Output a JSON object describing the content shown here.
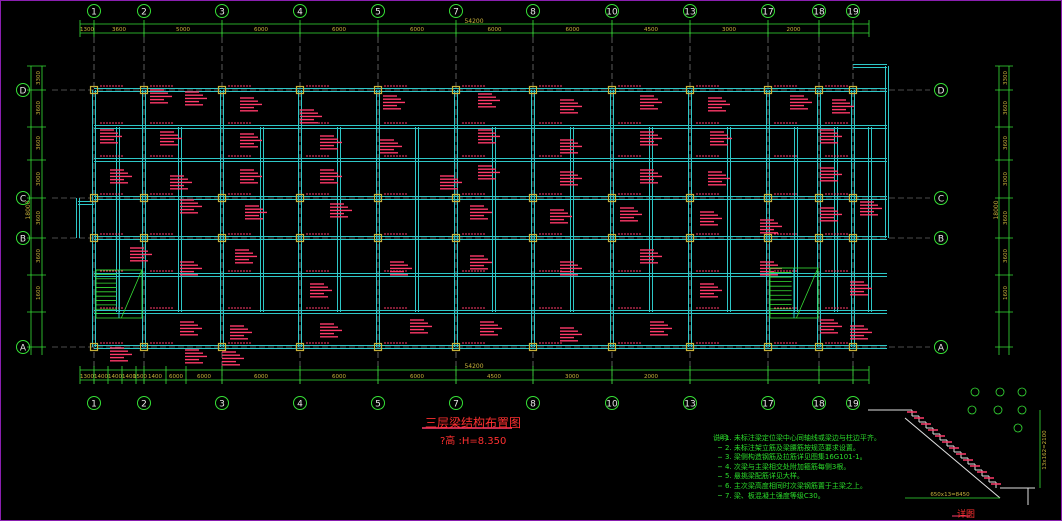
{
  "drawing": {
    "title": "三层梁结构布置图",
    "subtitle": "?高 :H=8.350",
    "colors": {
      "background": "#000000",
      "beam": "#2ec7c7",
      "axis": "#9a9a9a",
      "column": "#c9b23a",
      "dimension": "#36e036",
      "annotation": "#ff3a6a",
      "bubble": "#36e036",
      "frame": "#8a1fb0"
    }
  },
  "axes": {
    "vertical": [
      {
        "label": "1"
      },
      {
        "label": "2"
      },
      {
        "label": "3"
      },
      {
        "label": "4"
      },
      {
        "label": "5"
      },
      {
        "label": "7"
      },
      {
        "label": "8"
      },
      {
        "label": "10"
      },
      {
        "label": "13"
      },
      {
        "label": "17"
      },
      {
        "label": "18"
      },
      {
        "label": "19"
      }
    ],
    "horizontal": [
      {
        "label": "D"
      },
      {
        "label": "C"
      },
      {
        "label": "B"
      },
      {
        "label": "A"
      }
    ]
  },
  "dimensions": {
    "top_overall": "54200",
    "bottom_overall": "54200",
    "top_segments": [
      "1300",
      "3600",
      "5000",
      "6000",
      "6000",
      "6000",
      "6000",
      "6000",
      "4500",
      "3000",
      "2000"
    ],
    "bottom_segments": [
      "1300",
      "1400",
      "1400",
      "1400",
      "1500",
      "1400",
      "6000",
      "6000",
      "6000",
      "6000",
      "6000",
      "4500",
      "3000",
      "2000"
    ],
    "left_rows": [
      "3300",
      "3600",
      "3600",
      "3000",
      "3600",
      "3600",
      "1600"
    ],
    "right_rows": [
      "3300",
      "3600",
      "3600",
      "3000",
      "3600",
      "3600",
      "1600"
    ],
    "left_total": "18000",
    "right_total": "18000"
  },
  "notes": {
    "heading": "说明:",
    "items": [
      "1. 未标注梁定位梁中心同轴线或梁边与柱边平齐。",
      "2. 未标注架立筋及梁腰筋按规范要求设置。",
      "3. 梁侧构造钢筋及拉筋详见图集16G101-1。",
      "4. 次梁与主梁相交处附加箍筋每侧3根。",
      "5. 悬挑梁配筋详见大样。",
      "6. 主次梁高度相同时次梁钢筋置于主梁之上。",
      "7. 梁、板混凝土强度等级C30。"
    ]
  },
  "detail": {
    "label": "详图",
    "dim_bottom": "650x13=8450",
    "dim_right": "13x162=2100"
  }
}
